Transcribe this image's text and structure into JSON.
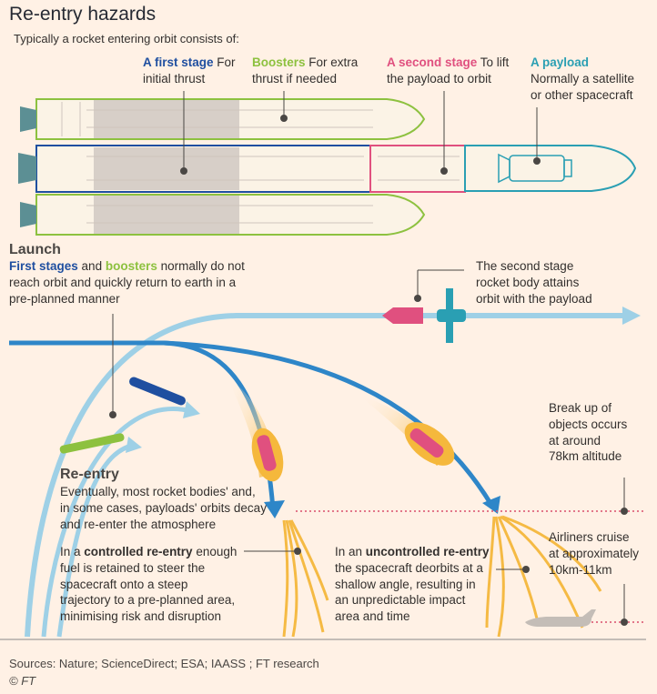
{
  "title": "Re-entry hazards",
  "subtitle": "Typically a rocket entering orbit consists of:",
  "components": {
    "first_stage": {
      "name": "A first stage",
      "desc1": "For",
      "desc2": "initial thrust"
    },
    "boosters": {
      "name": "Boosters",
      "desc1": "For extra",
      "desc2": "thrust if needed"
    },
    "second_stage": {
      "name": "A second stage",
      "desc1": "To lift",
      "desc2": "the payload to orbit"
    },
    "payload": {
      "name": "A payload",
      "desc1": "Normally a satellite",
      "desc2": "or other spacecraft"
    }
  },
  "launch": {
    "heading": "Launch",
    "first_stages": "First stages",
    "and": "and",
    "boosters": "boosters",
    "text1": "normally do not",
    "text2": "reach orbit and quickly return to earth in a",
    "text3": "pre-planned manner"
  },
  "second_stage_note": {
    "line1": "The second stage",
    "line2": "rocket body attains",
    "line3": "orbit with the payload"
  },
  "breakup_note": {
    "line1": "Break up of",
    "line2": "objects occurs",
    "line3": "at around",
    "line4": "78km altitude"
  },
  "reentry": {
    "heading": "Re-entry",
    "line1": "Eventually, most rocket bodies' and,",
    "line2": "in some cases, payloads' orbits decay",
    "line3": "and re-enter the atmosphere"
  },
  "controlled": {
    "prefix": "In a",
    "term": "controlled re-entry",
    "line1_rest": "enough",
    "line2": "fuel is retained to steer the",
    "line3": "spacecraft onto a steep",
    "line4": "trajectory to a pre-planned area,",
    "line5": "minimising risk and disruption"
  },
  "uncontrolled": {
    "prefix": "In an",
    "term": "uncontrolled re-entry",
    "line2": "the spacecraft deorbits at a",
    "line3": "shallow angle, resulting in",
    "line4": "an unpredictable impact",
    "line5": "area and time"
  },
  "airliner_note": {
    "line1": "Airliners cruise",
    "line2": "at approximately",
    "line3": "10km-11km"
  },
  "sources": "Sources: Nature; ScienceDirect; ESA; IAASS ; FT research",
  "copyright": "© FT",
  "colors": {
    "first_stage": "#1f4fa0",
    "boosters": "#8dc13f",
    "second_stage": "#e0507f",
    "payload": "#2a9fb3",
    "orbit": "#9ed0e6",
    "trajectory": "#2e86c8",
    "breakup": "#f5b83c",
    "background": "#fff1e5"
  }
}
